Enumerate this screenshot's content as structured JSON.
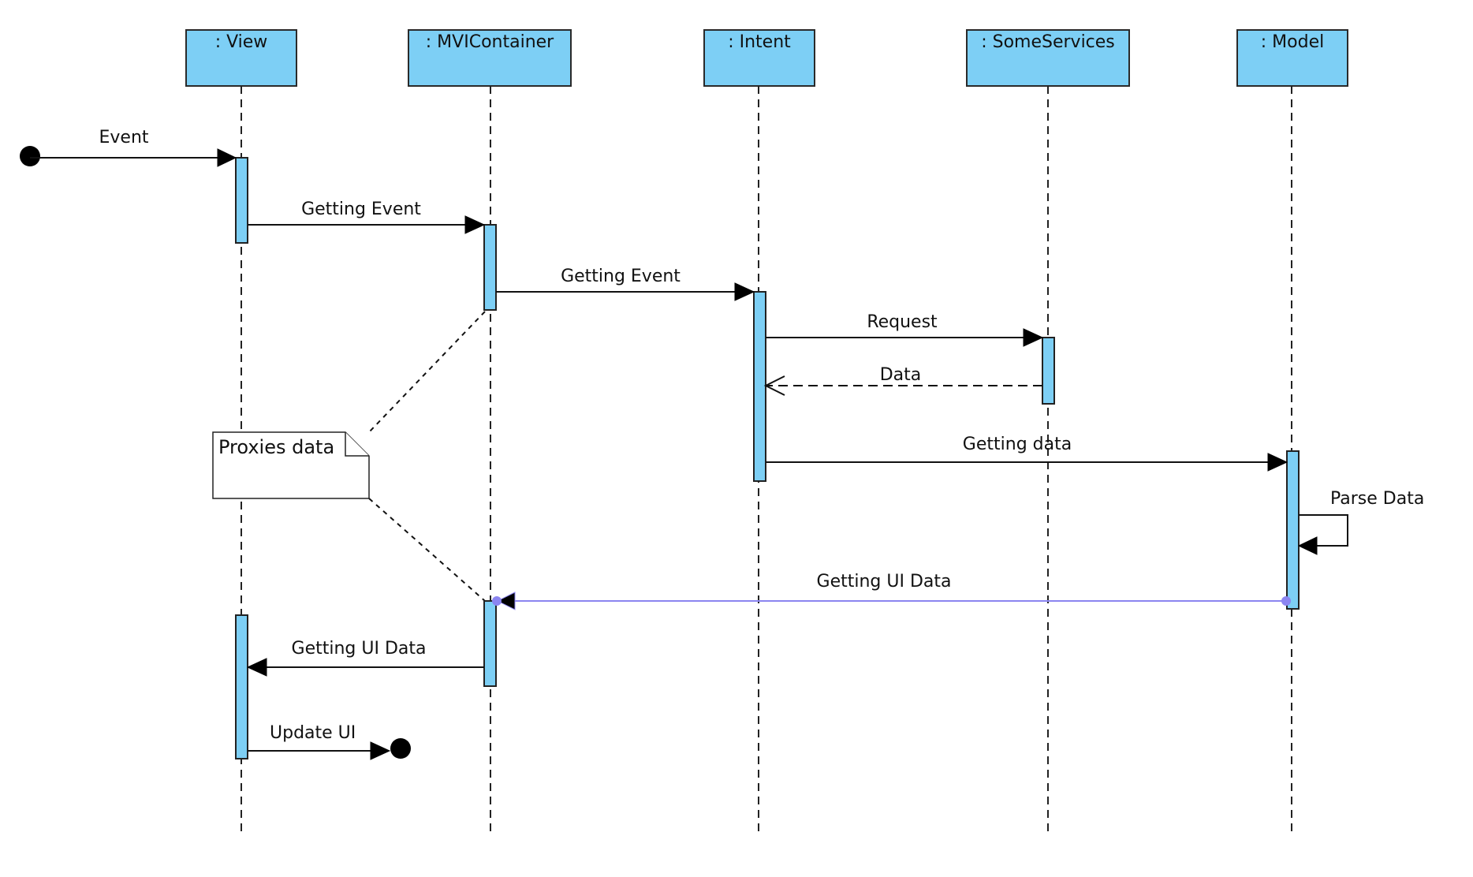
{
  "lifelines": [
    {
      "id": "view",
      "label": ": View"
    },
    {
      "id": "mvi",
      "label": ": MVIContainer"
    },
    {
      "id": "intent",
      "label": ": Intent"
    },
    {
      "id": "services",
      "label": ": SomeServices"
    },
    {
      "id": "model",
      "label": ": Model"
    }
  ],
  "messages": {
    "event": "Event",
    "getting_event_1": "Getting Event",
    "getting_event_2": "Getting Event",
    "request": "Request",
    "data": "Data",
    "getting_data": "Getting data",
    "parse_data": "Parse Data",
    "getting_ui_data_model": "Getting UI Data",
    "getting_ui_data_view": "Getting UI Data",
    "update_ui": "Update UI"
  },
  "note": {
    "text": "Proxies data"
  },
  "colors": {
    "lifeline_fill": "#7dcff5",
    "selected_message": "#8b85f0"
  }
}
